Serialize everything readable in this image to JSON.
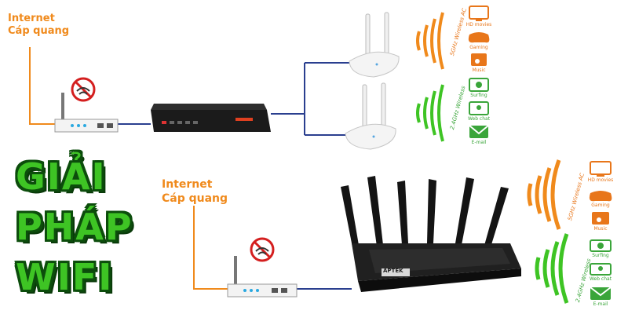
{
  "diagram": {
    "top_section": {
      "source_line1": "Internet",
      "source_line2": "Cáp quang"
    },
    "bottom_section": {
      "source_line1": "Internet",
      "source_line2": "Cáp quang"
    },
    "slogan": {
      "line1": "GIẢI",
      "line2": "PHÁP",
      "line3": "WIFI"
    },
    "router_brand": "APTEK",
    "wifi_bands": {
      "band_5g": "5GHz Wireless AC",
      "band_24g": "2.4GHz Wireless"
    },
    "services_5g": [
      "HD movies",
      "Gaming",
      "Music"
    ],
    "services_24g": [
      "Surfing",
      "Web chat",
      "E-mail"
    ],
    "colors": {
      "orange": "#f08a1c",
      "green": "#3ec424",
      "cable": "#2a3f8f"
    }
  }
}
